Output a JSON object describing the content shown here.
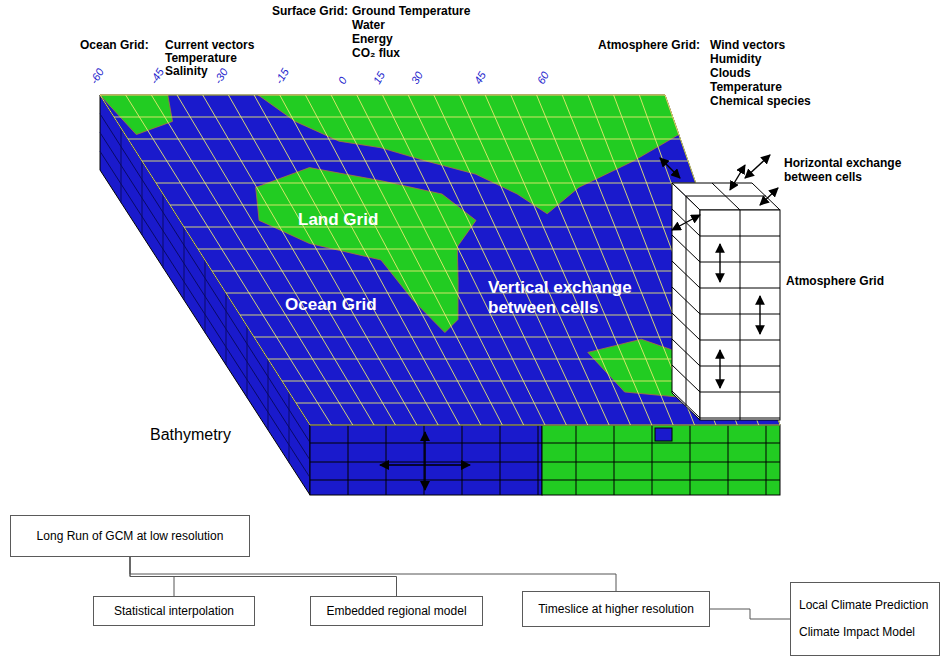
{
  "diagram": {
    "nodes": [
      {
        "text": [
          "Long Run of GCM at low resolution"
        ]
      },
      {
        "text": [
          "Statistical interpolation"
        ]
      },
      {
        "text": [
          "Embedded regional model"
        ]
      },
      {
        "text": [
          "Timeslice at higher resolution"
        ]
      },
      {
        "text": [
          "Local Climate Prediction",
          "Climate Impact Model"
        ]
      }
    ],
    "edges": [
      {
        "from": 0,
        "to": 1,
        "arrow": "none"
      },
      {
        "from": 0,
        "to": 2,
        "arrow": "none"
      },
      {
        "from": 0,
        "to": 3,
        "arrow": "none"
      },
      {
        "from": 3,
        "to": 4,
        "arrow": "none"
      }
    ],
    "labels": [
      "Surface Grid:",
      "Ground Temperature",
      "Water",
      "Energy",
      "CO₂ flux",
      "Ocean Grid:",
      "Current vectors",
      "Temperature",
      "Salinity",
      "Atmosphere Grid:",
      "Wind vectors",
      "Humidity",
      "Clouds",
      "Temperature",
      "Chemical species",
      "-60",
      "-45",
      "-30",
      "-15",
      "0",
      "15",
      "30",
      "45",
      "60",
      "Horizontal exchange between cells",
      "Land Grid",
      "Atmosphere Grid",
      "Ocean Grid",
      "Vertical exchange between cells",
      "Bathymetry"
    ]
  }
}
